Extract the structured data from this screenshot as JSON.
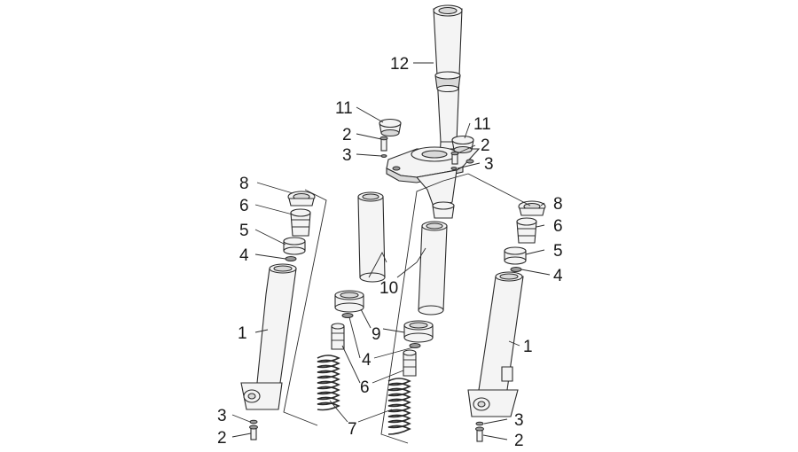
{
  "diagram": {
    "callouts": {
      "c1_left": "1",
      "c1_right": "1",
      "c2_top_left": "2",
      "c2_top_right": "2",
      "c2_bottom_left": "2",
      "c2_bottom_right": "2",
      "c3_top_left": "3",
      "c3_top_right": "3",
      "c3_bottom_left": "3",
      "c3_bottom_right": "3",
      "c4_left": "4",
      "c4_center": "4",
      "c4_right": "4",
      "c5_left": "5",
      "c5_right": "5",
      "c6_left": "6",
      "c6_center": "6",
      "c6_right": "6",
      "c7": "7",
      "c8_left": "8",
      "c8_right": "8",
      "c9": "9",
      "c10": "10",
      "c11_left": "11",
      "c11_right": "11",
      "c12": "12"
    }
  }
}
